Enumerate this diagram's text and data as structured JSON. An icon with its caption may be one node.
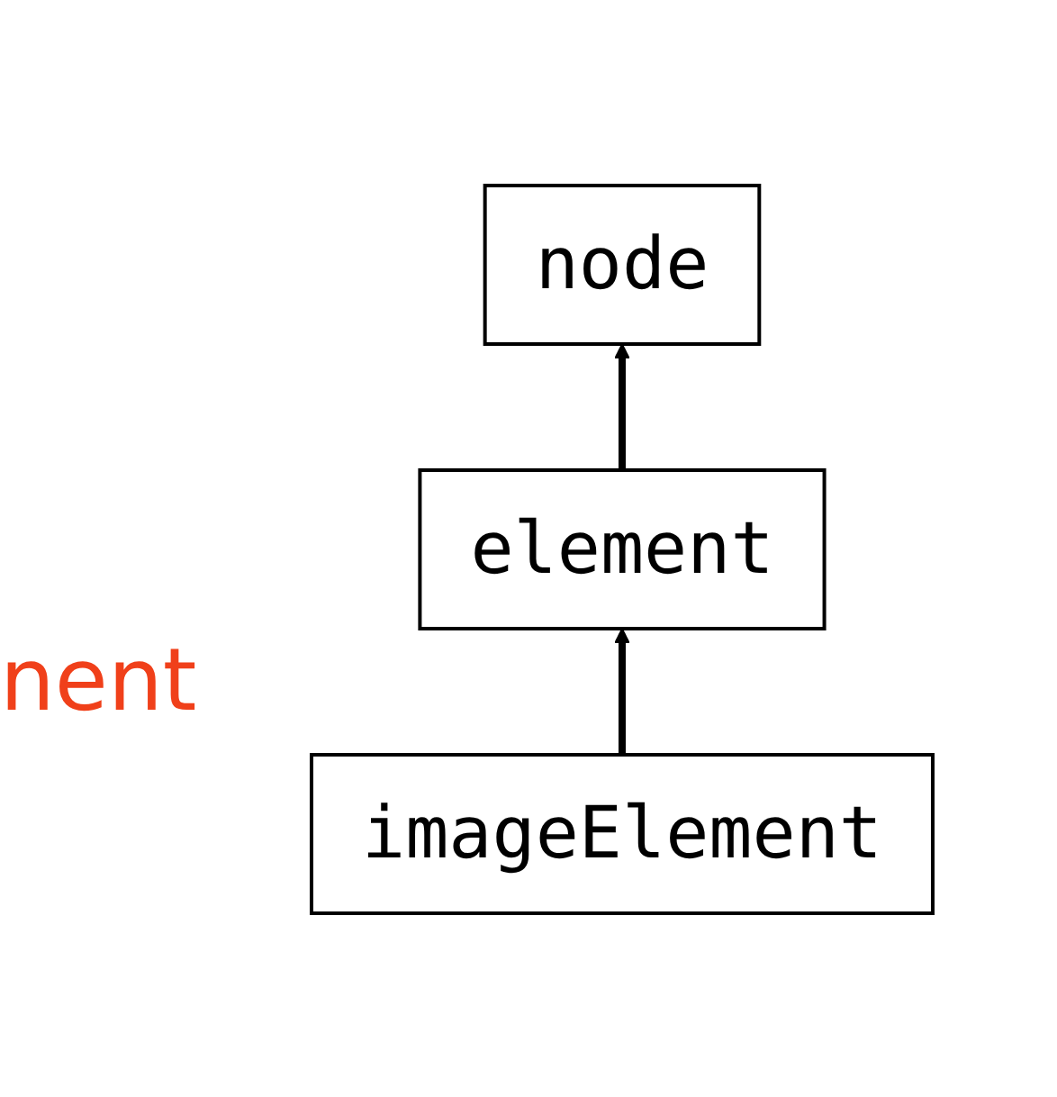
{
  "diagram": {
    "nodes": [
      {
        "text": [
          "node"
        ]
      },
      {
        "text": [
          "element"
        ]
      },
      {
        "text": [
          "imageElement"
        ]
      }
    ],
    "edges": [
      {
        "from": 1,
        "to": 0,
        "arrow": "to"
      },
      {
        "from": 2,
        "to": 1,
        "arrow": "to"
      }
    ],
    "labels": [
      "nent"
    ]
  }
}
